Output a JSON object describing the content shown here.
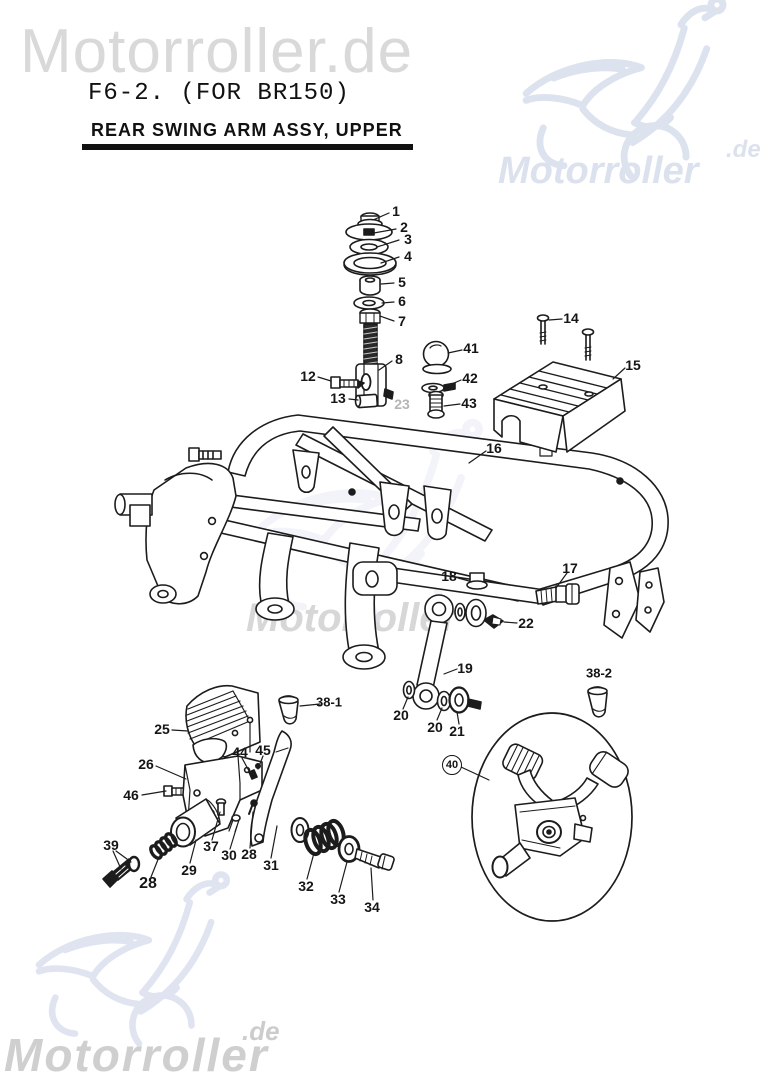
{
  "header": {
    "code": "F6-2. (FOR BR150)",
    "title": "REAR SWING ARM ASSY, UPPER"
  },
  "watermarks": {
    "top": "Motorroller.de",
    "right_brand": "Motorroller",
    "right_domain": ".de",
    "middle": "Motorroller",
    "bottom_brand": "Motorroller",
    "bottom_domain": ".de"
  },
  "diagram": {
    "description": "Exploded parts diagram of rear swing arm assembly, upper (BR150)",
    "parts": [
      {
        "label": "1"
      },
      {
        "label": "2"
      },
      {
        "label": "3"
      },
      {
        "label": "4"
      },
      {
        "label": "5"
      },
      {
        "label": "6"
      },
      {
        "label": "7"
      },
      {
        "label": "8"
      },
      {
        "label": "12"
      },
      {
        "label": "13"
      },
      {
        "label": "23"
      },
      {
        "label": "41"
      },
      {
        "label": "42"
      },
      {
        "label": "43"
      },
      {
        "label": "14"
      },
      {
        "label": "15"
      },
      {
        "label": "16"
      },
      {
        "label": "17"
      },
      {
        "label": "18"
      },
      {
        "label": "22"
      },
      {
        "label": "19"
      },
      {
        "label": "20"
      },
      {
        "label": "20"
      },
      {
        "label": "21"
      },
      {
        "label": "38-2"
      },
      {
        "label": "25"
      },
      {
        "label": "38-1"
      },
      {
        "label": "26"
      },
      {
        "label": "46"
      },
      {
        "label": "44"
      },
      {
        "label": "45"
      },
      {
        "label": "37"
      },
      {
        "label": "30"
      },
      {
        "label": "28"
      },
      {
        "label": "31"
      },
      {
        "label": "29"
      },
      {
        "label": "39"
      },
      {
        "label": "28"
      },
      {
        "label": "32"
      },
      {
        "label": "33"
      },
      {
        "label": "34"
      },
      {
        "label": "40"
      }
    ]
  },
  "colors": {
    "line": "#1c1c1c",
    "watermark_gray": "#d9d9d9",
    "watermark_blue": "#dce1ee"
  }
}
